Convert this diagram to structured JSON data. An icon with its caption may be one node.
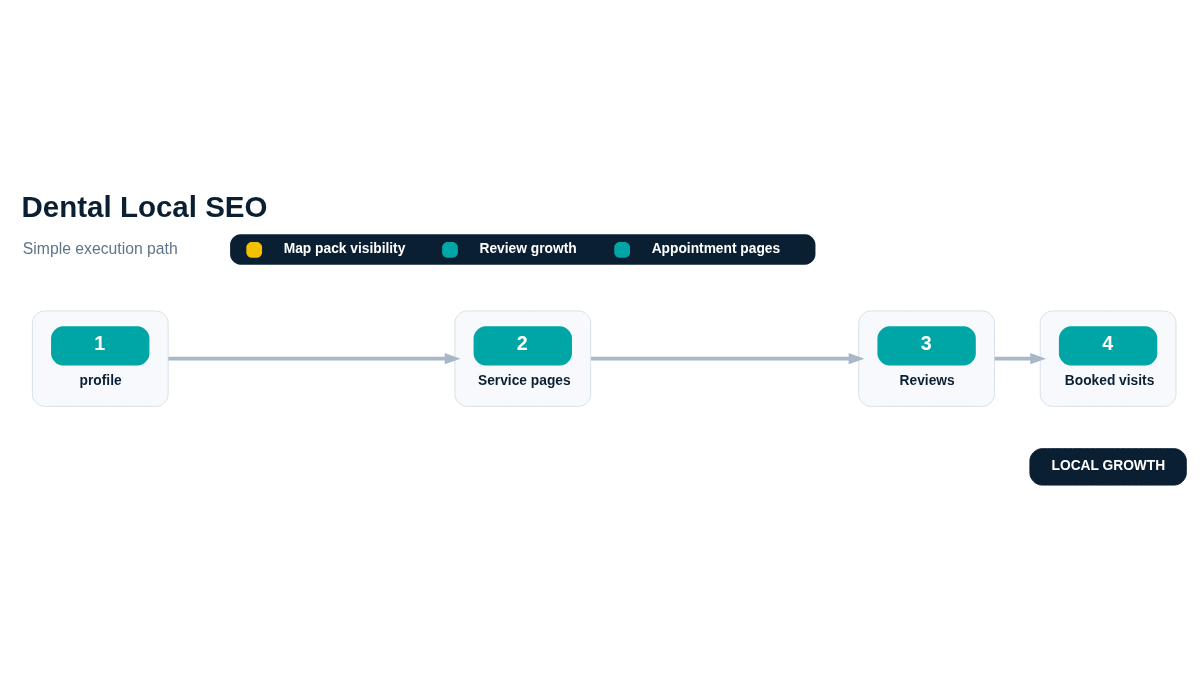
{
  "diagram": {
    "title": "Dental Local SEO",
    "nodes": [
      {
        "text": [
          "LOCAL GROWTH"
        ]
      },
      {
        "text": [
          "1",
          "profile"
        ]
      },
      {
        "text": [
          "2",
          "Service pages"
        ]
      },
      {
        "text": [
          "3",
          "Reviews"
        ]
      },
      {
        "text": [
          "4",
          "Booked visits"
        ]
      }
    ],
    "edges": [
      {
        "from": 1,
        "to": 2,
        "arrow": "to"
      },
      {
        "from": 2,
        "to": 3,
        "arrow": "to"
      },
      {
        "from": 3,
        "to": 4,
        "arrow": "to"
      }
    ],
    "labels": [
      "Simple execution path"
    ],
    "legend": [
      {
        "text": "Map pack visibility",
        "color": "#f5c000"
      },
      {
        "text": "Review growth",
        "color": "#00a6a6"
      },
      {
        "text": "Appointment pages",
        "color": "#00a6a6"
      }
    ]
  }
}
